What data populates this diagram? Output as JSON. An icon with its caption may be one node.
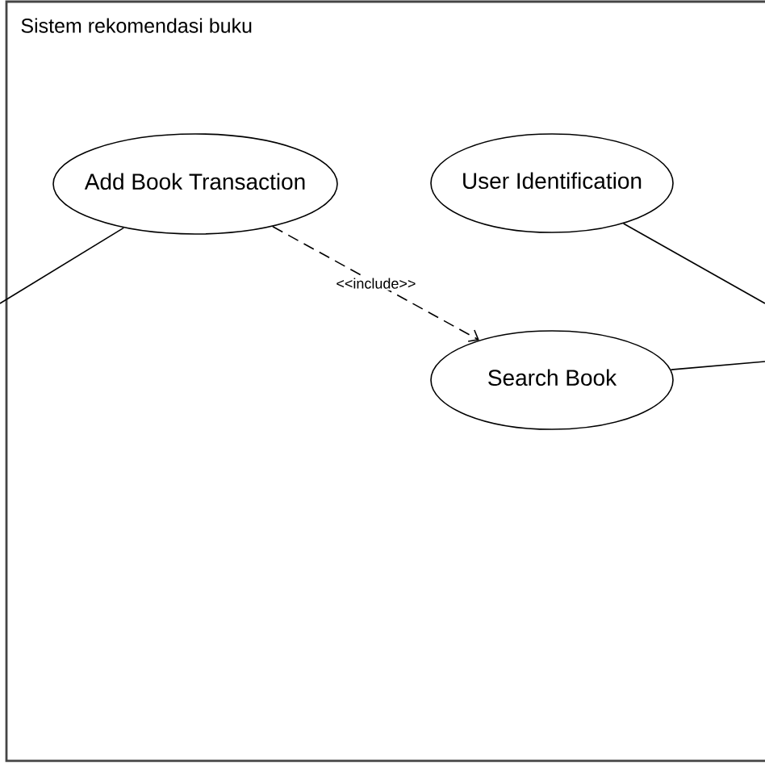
{
  "diagram": {
    "nodes": [
      {
        "text": [
          "Sistem rekomendasi buku"
        ]
      },
      {
        "text": [
          "Add Book Transaction"
        ],
        "in": 0
      },
      {
        "text": [
          "User Identification"
        ],
        "in": 0
      },
      {
        "text": [
          "Search Book"
        ],
        "in": 0
      }
    ],
    "edges": [
      {
        "from": null,
        "to": 1,
        "arrow": "none"
      },
      {
        "from": 1,
        "to": 3,
        "arrow": "to",
        "label": "<<include>>",
        "style": "dashed"
      },
      {
        "from": 2,
        "to": null,
        "arrow": "none"
      },
      {
        "from": 3,
        "to": null,
        "arrow": "none"
      }
    ]
  }
}
